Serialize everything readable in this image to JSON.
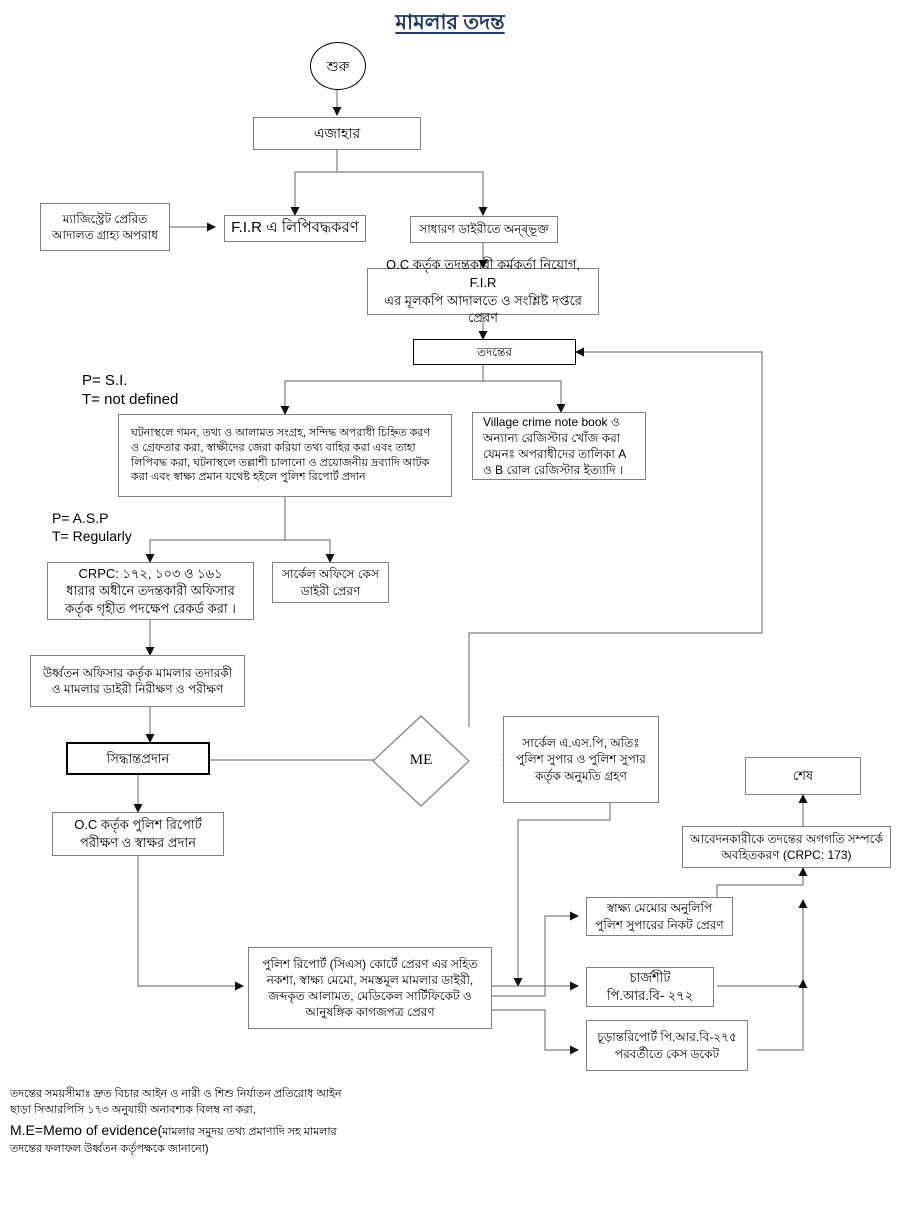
{
  "page": {
    "title": "মামলার তদন্ত",
    "title_color": "#1F3864",
    "background": "#FFFFFF",
    "line_color": "#7F7F7F",
    "box_border": "#808080"
  },
  "nodes": {
    "start": "শুরু",
    "ejahar": "এজাহার",
    "magistrate": "ম্যাজিস্ট্রেট প্রেরিত\nআদালত গ্রাহ্য অপরাধ",
    "fir": "F.I.R এ লিপিবদ্ধকরণ",
    "general_diary": "সাধারণ ডাইরীতে অন্ৰ্ভূক্ত",
    "oc_appoint": "O.C কর্তৃক তদন্তকারী কর্মকর্তা নিয়োগ, F.I.R\nএর মূলকপি আদালতে ও সংশ্লিষ্ট দপ্তরে প্রেরণ",
    "tadanter": "তদন্তের",
    "field_work": "ঘটনাস্থলে গমন, তথ্য ও আলামত সংগ্রহ, সন্দিদ্ধ অপরাধী চিহ্নিত করণ ও গ্রেফতার করা, স্বাক্ষীদের জেরা করিয়া তথ্য বাহির করা এবং তাহা লিপিবদ্ধ করা, ঘটনাস্থলে তল্লাশী চালানো ও প্রয়োজনীয় দ্রব্যাদি আটক করা এবং স্বাক্ষ্য প্রমান যথেষ্ট হইলে পুলিশ রিপোর্ট প্রদান",
    "village_book": "Village crime note book ও অন্যান্য রেজিস্টার খোঁজ করা যেমনঃ অপরাধীদের তালিকা A ও B রোল রেজিস্টার ইত্যাদি ।",
    "crpc": "CRPC: ১৭২, ১০৩ ও ১৬১\nধারার অধীনে তদন্তকারী অফিসার\nকর্তৃক গৃহীত পদক্ষেপ রেকর্ড করা ।",
    "circle_office": "সার্কেল অফিসে কেস\nডাইরী প্রেরণ",
    "supervision": "উর্ধ্বতন অফিসার কর্তৃক মামলার তদারকী\nও মামলার ডাইরী নিরীক্ষণ ও পরীক্ষণ",
    "decision": "সিদ্ধান্তপ্রদান",
    "me": "ME",
    "asp_permission": "সার্কেল এ.এস.পি, অতিঃ\nপুলিশ সুপার ও পুলিশ সুপার\nকর্তৃক অনুমতি গ্রহণ",
    "oc_report": "O.C কর্তৃক পুলিশ রিপোর্ট\nপরীক্ষণ ও স্বাক্ষর প্রদান",
    "end": "শেষ",
    "inform_applicant": "আবেদনকারীকে তদন্তের অগগতি সম্পর্কে\nঅবহিতকরণ (CRPC: 173)",
    "memo_copy": "স্বাক্ষ্য মেমোর অনুলিপি\nপুলিশ সুপারের নিকট প্রেরণ",
    "chargesheet": "চার্জশীট\nপি.আর.বি- ২৭২",
    "final_report": "চূড়ান্তরিপোর্ট পি.আর.বি-২৭৫\nপরবর্তীতে কেস ডকেট",
    "police_report_cs": "পুলিশ রিপোর্ট (সিএস) কোর্টে প্রেরণ এর সহিত নকশা, স্বাক্ষ্য মেমো, সমস্তমূল মামলার ডাইরী, জব্দকৃত আলামত, মেডিকেল সার্টিফিকেট ও আনুষঙ্গিক কাগজপত্র প্রেরণ"
  },
  "annotations": {
    "p_si": "P= S.I.\nT= not defined",
    "p_asp": "P= A.S.P\nT= Regularly"
  },
  "footnote": {
    "line1": "তদন্তের সময়সীমাঃ দ্রুত বিচার আইন ও নারী ও শিশু নির্যাতন প্রতিরোধ আইন",
    "line2": "ছাড়া সিআরপিসি ১৭৩ অনুযায়ী অনাবশ্যক বিলম্ব না করা,",
    "line3_bold": "M.E=Memo of evidence(",
    "line3_rest": "মামলার সমুদয় তথ্য প্রমাণাদি সহ মামলার",
    "line4": "তদন্তের ফলাফল উর্ধ্বতন কর্তৃপক্ষকে জানানো)"
  }
}
